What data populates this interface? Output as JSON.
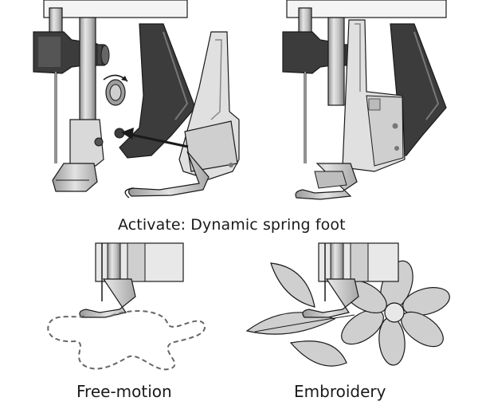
{
  "captions": {
    "main": "Activate: Dynamic spring foot",
    "free_motion": "Free-motion",
    "embroidery": "Embroidery"
  },
  "colors": {
    "outline": "#1a1a1a",
    "metal_light": "#d9d9d9",
    "metal_mid": "#b3b3b3",
    "metal_dark": "#6e6e6e",
    "body_dark": "#3c3c3c",
    "petal_fill": "#cfcfcf",
    "stitch_line": "#666666"
  },
  "icons": [
    "arrow-icon",
    "rotate-arrow-icon"
  ]
}
